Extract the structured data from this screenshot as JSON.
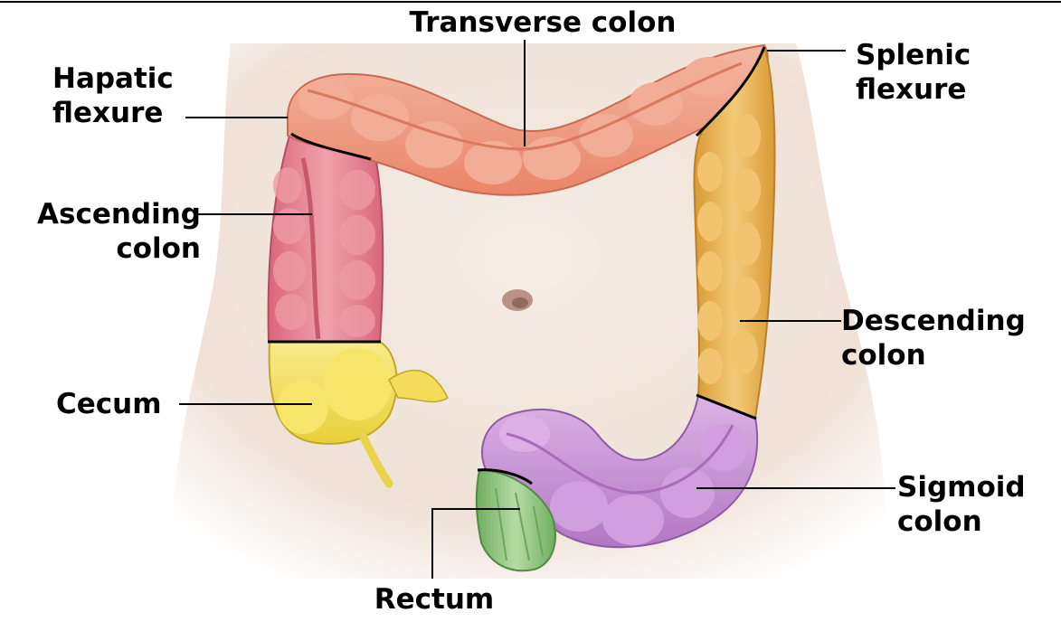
{
  "labels": {
    "transverse_colon": "Transverse colon",
    "splenic_flexure": [
      "Splenic",
      "flexure"
    ],
    "hepatic_flexure": [
      "Hapatic",
      "flexure"
    ],
    "ascending_colon": [
      "Ascending",
      "colon"
    ],
    "descending_colon": [
      "Descending",
      "colon"
    ],
    "cecum": "Cecum",
    "sigmoid_colon": [
      "Sigmoid",
      "colon"
    ],
    "rectum": "Rectum"
  },
  "colors": {
    "transverse": "#ef9b84",
    "ascending": "#e57d8e",
    "descending": "#e8b04c",
    "cecum": "#f5e15a",
    "sigmoid": "#c98fd6",
    "rectum": "#8fc47c",
    "skin": "#f3e8df"
  }
}
